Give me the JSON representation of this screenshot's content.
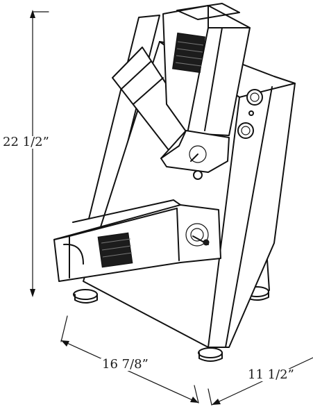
{
  "dimensions": {
    "height": "22 1/2”",
    "width": "16 7/8”",
    "depth": "11 1/2”"
  },
  "colors": {
    "line": "#111111",
    "background": "#ffffff",
    "vent": "#1c1c1c"
  }
}
